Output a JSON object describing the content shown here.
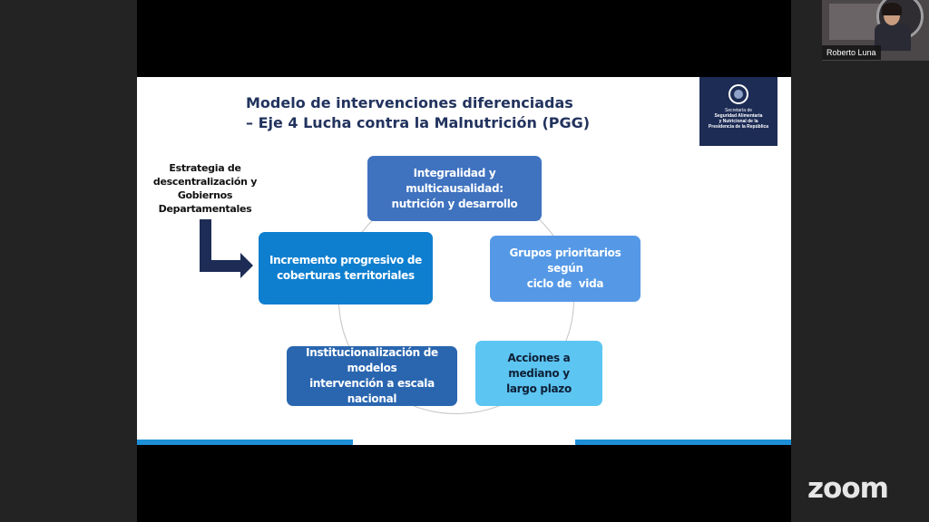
{
  "slide": {
    "title_line1": "Modelo de intervenciones diferenciadas",
    "title_line2": "– Eje 4 Lucha contra la Malnutrición (PGG)",
    "logo": {
      "line1": "Secretaría de",
      "line2": "Seguridad Alimentaria",
      "line3": "y Nutricional de la",
      "line4": "Presidencia de la República"
    },
    "strategy_line1": "Estrategia de descentralización y",
    "strategy_line2": "Gobiernos Departamentales",
    "nodes": [
      {
        "line1": "Integralidad y multicausalidad:",
        "line2": "nutrición y desarrollo",
        "color": "#3f72bf"
      },
      {
        "line1": "Grupos prioritarios según",
        "line2": "ciclo de  vida",
        "color": "#5599e6"
      },
      {
        "line1": "Acciones a mediano y",
        "line2": "largo plazo",
        "color": "#5cc5f2"
      },
      {
        "line1": "Institucionalización de modelos",
        "line2": "intervención a escala nacional",
        "color": "#2a66b0"
      },
      {
        "line1": "Incremento progresivo de",
        "line2": "coberturas territoriales",
        "color": "#0e7fcf"
      }
    ],
    "accent_color": "#1d2c55",
    "arrow_icon": "elbow-arrow-right-icon"
  },
  "participant": {
    "name": "Roberto Luna"
  },
  "app": {
    "brand": "zoom"
  }
}
